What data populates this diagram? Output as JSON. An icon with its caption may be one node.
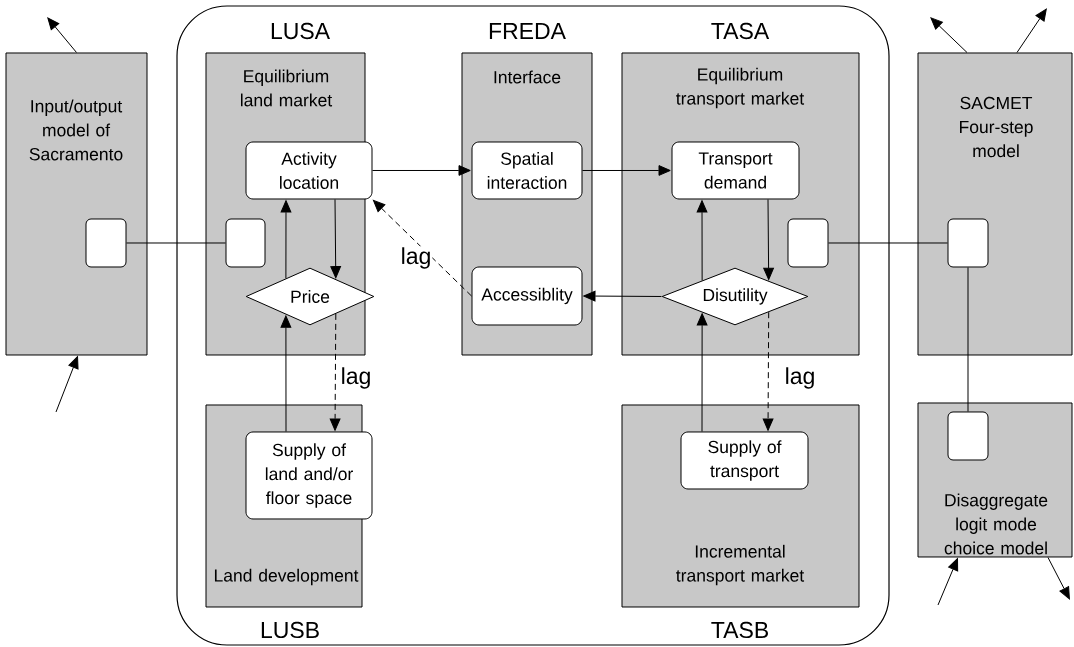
{
  "diagram": {
    "nodes": [
      {
        "text": [
          "Input/output model of Sacramento"
        ]
      },
      {
        "text": [],
        "shape": "box",
        "in": 0
      },
      {
        "text": [],
        "shape": "box"
      },
      {
        "text": [
          "Equilibrium land market"
        ],
        "beside": [
          "LUSA"
        ],
        "in": 2
      },
      {
        "text": [
          "Activity location"
        ],
        "in": 3
      },
      {
        "text": [],
        "shape": "box",
        "in": 3
      },
      {
        "text": [
          "Price"
        ],
        "in": 3
      },
      {
        "text": [
          "Interface"
        ],
        "beside": [
          "FREDA"
        ],
        "in": 2
      },
      {
        "text": [
          "Spatial interaction"
        ],
        "in": 7
      },
      {
        "text": [
          "Accessiblity"
        ],
        "in": 7
      },
      {
        "text": [
          "Equilibrium transport market"
        ],
        "beside": [
          "TASA"
        ],
        "in": 2
      },
      {
        "text": [
          "Transport demand"
        ],
        "in": 10
      },
      {
        "text": [],
        "shape": "box",
        "in": 10
      },
      {
        "text": [
          "Disutility"
        ],
        "in": 10
      },
      {
        "text": [
          "Land development"
        ],
        "beside": [
          "LUSB"
        ],
        "in": 2
      },
      {
        "text": [
          "Supply of land and/or floor space"
        ],
        "in": 14
      },
      {
        "text": [
          "Incremental transport market"
        ],
        "beside": [
          "TASB"
        ],
        "in": 2
      },
      {
        "text": [
          "Supply of transport"
        ],
        "in": 16
      },
      {
        "text": [
          "SACMET Four-step model"
        ]
      },
      {
        "text": [],
        "shape": "box",
        "in": 18
      },
      {
        "text": [
          "Disaggregate logit mode choice model"
        ]
      },
      {
        "text": [],
        "shape": "box",
        "in": 20
      }
    ],
    "edges": [
      {
        "from": 0,
        "to": null,
        "arrow": "to"
      },
      {
        "from": null,
        "to": 0,
        "arrow": "to"
      },
      {
        "from": 1,
        "to": 5,
        "arrow": "none"
      },
      {
        "from": 4,
        "to": 8,
        "arrow": "to"
      },
      {
        "from": 8,
        "to": 11,
        "arrow": "to"
      },
      {
        "from": 6,
        "to": 4,
        "arrow": "to"
      },
      {
        "from": 4,
        "to": 6,
        "arrow": "to"
      },
      {
        "from": 9,
        "to": 4,
        "arrow": "to",
        "style": "dashed",
        "label": "lag"
      },
      {
        "from": 13,
        "to": 9,
        "arrow": "to"
      },
      {
        "from": 13,
        "to": 11,
        "arrow": "to"
      },
      {
        "from": 11,
        "to": 13,
        "arrow": "to"
      },
      {
        "from": 15,
        "to": 6,
        "arrow": "to"
      },
      {
        "from": 6,
        "to": 15,
        "arrow": "to",
        "style": "dashed",
        "label": "lag"
      },
      {
        "from": 17,
        "to": 13,
        "arrow": "to"
      },
      {
        "from": 13,
        "to": 17,
        "arrow": "to",
        "style": "dashed",
        "label": "lag"
      },
      {
        "from": 12,
        "to": 19,
        "arrow": "none"
      },
      {
        "from": 19,
        "to": 21,
        "arrow": "none"
      },
      {
        "from": 18,
        "to": null,
        "arrow": "to"
      },
      {
        "from": 18,
        "to": null,
        "arrow": "to"
      },
      {
        "from": null,
        "to": 20,
        "arrow": "to"
      },
      {
        "from": 20,
        "to": null,
        "arrow": "to"
      }
    ]
  }
}
